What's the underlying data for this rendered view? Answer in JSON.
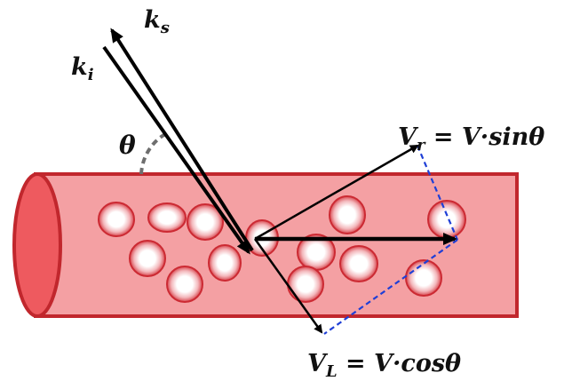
{
  "labels": {
    "ks_main": "k",
    "ks_sub": "s",
    "ki_main": "k",
    "ki_sub": "i",
    "theta": "θ",
    "vr_main": "V",
    "vr_sub": "r",
    "vr_rest": " = V·sinθ",
    "vl_main": "V",
    "vl_sub": "L",
    "vl_rest": " = V·cosθ"
  },
  "colors": {
    "vessel_fill": "#f4a0a3",
    "vessel_stroke": "#c1272d",
    "vessel_end": "#ee5a5f",
    "cell_ring": "#cc2a33",
    "dashed_projection": "#1f3fd6",
    "arrows": "#000000",
    "angle_arc": "#6e6e6e"
  }
}
